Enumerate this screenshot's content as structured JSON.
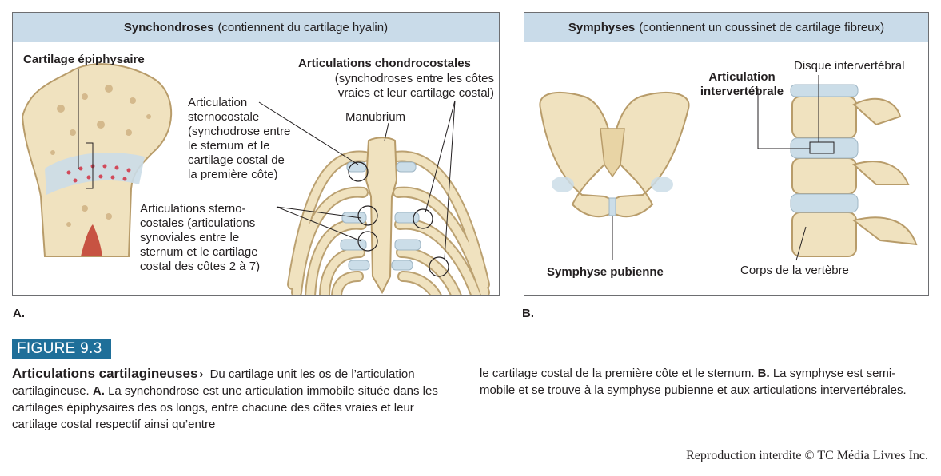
{
  "panel_a": {
    "header_bold": "Synchondroses",
    "header_rest": "(contiennent du cartilage hyalin)",
    "epiphyseal_title": "Cartilage épiphysaire",
    "chondrocostal_title": "Articulations chondrocostales",
    "chondrocostal_desc": [
      "(synchodroses entre les côtes",
      "vraies et leur cartilage costal)"
    ],
    "sternocostal_desc": [
      "Articulation",
      "sternocostale",
      "(synchodrose entre",
      "le sternum et le",
      "cartilage costal de",
      "la première côte)"
    ],
    "manubrium": "Manubrium",
    "synovial_desc": [
      "Articulations sterno-",
      "costales (articulations",
      "synoviales entre le",
      "sternum et le cartilage",
      "costal des côtes 2 à 7)"
    ],
    "letter": "A."
  },
  "panel_b": {
    "header_bold": "Symphyses",
    "header_rest": "(contiennent un coussinet de cartilage fibreux)",
    "disc_label": "Disque intervertébral",
    "intervertebral_title": [
      "Articulation",
      "intervertébrale"
    ],
    "pubic_symphysis": "Symphyse pubienne",
    "vertebral_body": "Corps de la vertèbre",
    "letter": "B."
  },
  "figure": {
    "badge": "FIGURE 9.3",
    "title": "Articulations cartilagineuses",
    "arrow": "›",
    "caption_left_intro": "Du cartilage unit les os de l’articulation cartilagineuse.",
    "caption_left_a": "A.",
    "caption_left_body": "La synchondrose est une articulation immobile située dans les cartilages épiphysaires des os longs, entre chacune des côtes vraies et leur cartilage costal respectif ainsi qu’entre",
    "caption_right_part1": "le cartilage costal de la première côte et le sternum.",
    "caption_right_b": "B.",
    "caption_right_body": "La symphyse est semi-mobile et se trouve à la symphyse pubienne et aux articulations intervertébrales."
  },
  "copyright": "Reproduction interdite © TC Média Livres Inc.",
  "colors": {
    "header_bg": "#c9dbe9",
    "bone": "#f0e2bf",
    "bone_outline": "#b89c6a",
    "cartilage": "#cbdde8",
    "badge_bg": "#1f6f99"
  }
}
